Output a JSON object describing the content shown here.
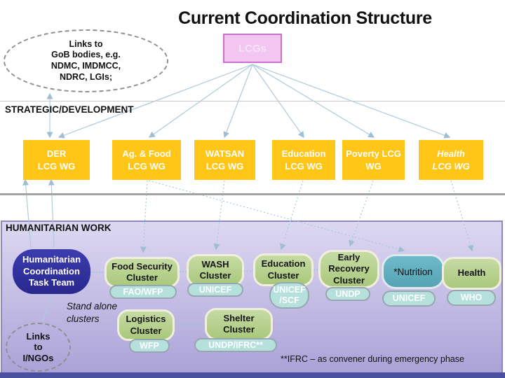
{
  "title": "Current Coordination Structure",
  "labels": {
    "strategic": "STRATEGIC/DEVELOPMENT",
    "humanitarian": "HUMANITARIAN WORK",
    "stand_alone": [
      "Stand alone",
      "clusters"
    ],
    "ifrc_note": "**IFRC – as convener during emergency phase"
  },
  "lcgs": {
    "label": "LCGs"
  },
  "gob_links": {
    "lines": [
      "Links to",
      "GoB bodies, e.g.",
      "NDMC, IMDMCC,",
      "NDRC, LGIs;"
    ]
  },
  "ngo_links": {
    "lines": [
      "Links",
      "to",
      "I/NGOs"
    ]
  },
  "working_groups": [
    {
      "lines": [
        "DER",
        "LCG WG"
      ]
    },
    {
      "lines": [
        "Ag. & Food",
        "LCG WG"
      ]
    },
    {
      "lines": [
        "WATSAN",
        "LCG WG"
      ]
    },
    {
      "lines": [
        "Education",
        "LCG WG"
      ]
    },
    {
      "lines": [
        "Poverty LCG",
        "WG"
      ]
    },
    {
      "lines": [
        "Health",
        "LCG WG"
      ]
    }
  ],
  "task_team": {
    "lines": [
      "Humanitarian",
      "Coordination",
      "Task Team"
    ]
  },
  "clusters": [
    {
      "lines": [
        "Food Security",
        "Cluster"
      ],
      "agency": "FAO/WFP"
    },
    {
      "lines": [
        "WASH",
        "Cluster"
      ],
      "agency": "UNICEF"
    },
    {
      "lines": [
        "Education",
        "Cluster"
      ],
      "agency_lines": [
        "UNICEF",
        "/SCF"
      ]
    },
    {
      "lines": [
        "Early",
        "Recovery",
        "Cluster"
      ],
      "agency": "UNDP"
    },
    {
      "label": "*Nutrition",
      "agency": "UNICEF"
    },
    {
      "lines": [
        "Health"
      ],
      "agency": "WHO"
    },
    {
      "lines": [
        "Logistics",
        "Cluster"
      ],
      "agency": "WFP"
    },
    {
      "lines": [
        "Shelter",
        "Cluster"
      ],
      "agency": "UNDP/IFRC**"
    }
  ],
  "colors": {
    "working_group_fill": "#FFC517",
    "lcgs_fill": "#F3C6F1",
    "lcgs_border": "#C870CE",
    "cluster_fill": "#B4CF8A",
    "nutrition_fill": "#5FAEBF",
    "agency_fill": "#B5E0DC",
    "task_team_fill": "#32329D",
    "panel_gradient_top": "#DDD8F1",
    "panel_gradient_bottom": "#A9A1D6",
    "footer_bar": "#4A4FA0",
    "connector": "#AECADB"
  }
}
